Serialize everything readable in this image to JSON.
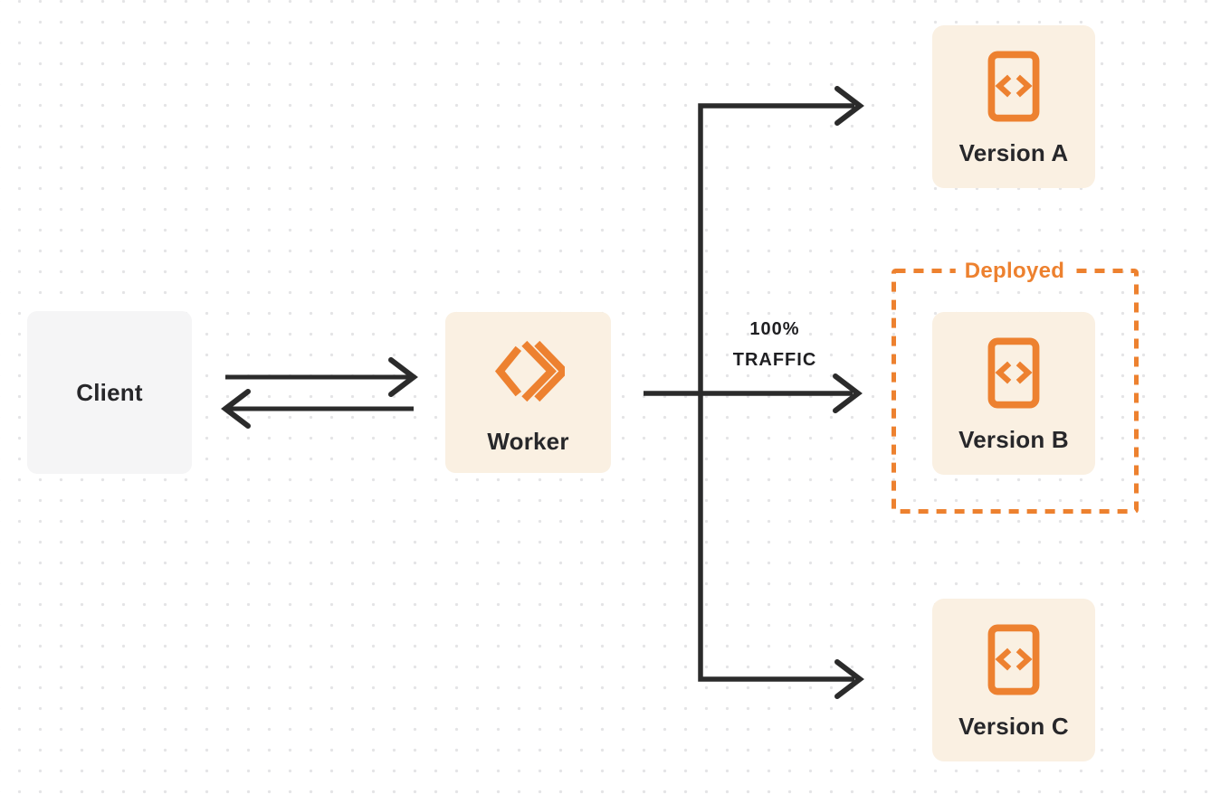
{
  "colors": {
    "background": "#FFFFFF",
    "dot_grid": "#E4E4E6",
    "accent_orange": "#ED812F",
    "cream_box_bg": "#FAF0E2",
    "gray_box_bg": "#F5F5F6",
    "ink": "#27272A",
    "arrow": "#2B2B2B"
  },
  "diagram": {
    "client": {
      "label": "Client"
    },
    "worker": {
      "label": "Worker",
      "icon": "workers-double-chevron-icon"
    },
    "traffic_arrow": {
      "line1": "100%",
      "line2": "TRAFFIC"
    },
    "deployed_group": {
      "label": "Deployed"
    },
    "versions": [
      {
        "label": "Version A",
        "icon": "code-file-icon"
      },
      {
        "label": "Version B",
        "icon": "code-file-icon",
        "deployed": true
      },
      {
        "label": "Version C",
        "icon": "code-file-icon"
      }
    ]
  }
}
